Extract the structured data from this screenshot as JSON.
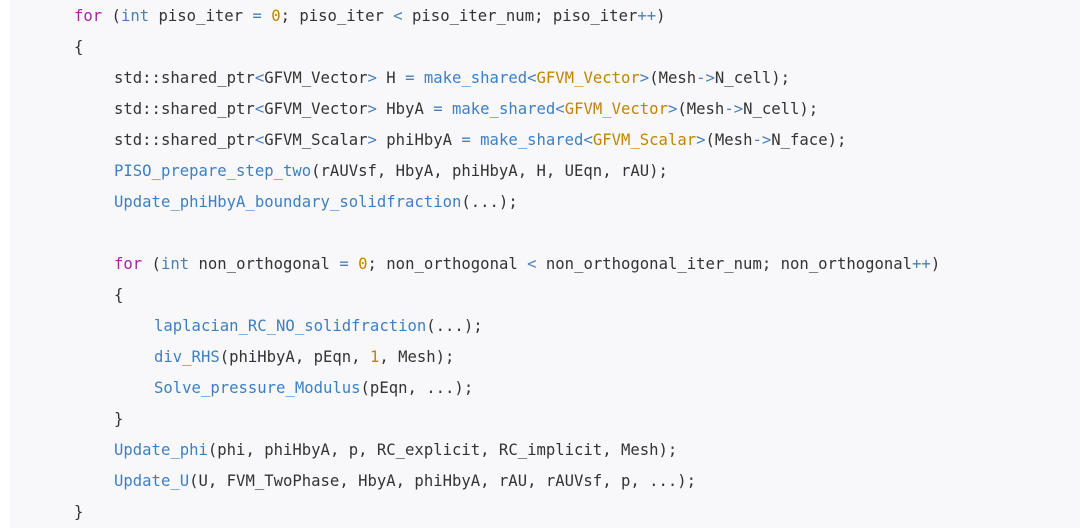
{
  "code": {
    "lines": [
      {
        "indent": 2,
        "tokens": [
          {
            "t": "for",
            "c": "kw"
          },
          {
            "t": " (",
            "c": "text"
          },
          {
            "t": "int",
            "c": "type"
          },
          {
            "t": " piso_iter ",
            "c": "text"
          },
          {
            "t": "=",
            "c": "op"
          },
          {
            "t": " ",
            "c": "text"
          },
          {
            "t": "0",
            "c": "num"
          },
          {
            "t": "; piso_iter ",
            "c": "text"
          },
          {
            "t": "<",
            "c": "op"
          },
          {
            "t": " piso_iter_num; piso_iter",
            "c": "text"
          },
          {
            "t": "++",
            "c": "op"
          },
          {
            "t": ")",
            "c": "text"
          }
        ]
      },
      {
        "indent": 2,
        "tokens": [
          {
            "t": "{",
            "c": "text"
          }
        ]
      },
      {
        "indent": 3,
        "tokens": [
          {
            "t": "std::shared_ptr",
            "c": "text"
          },
          {
            "t": "<",
            "c": "op"
          },
          {
            "t": "GFVM_Vector",
            "c": "text"
          },
          {
            "t": ">",
            "c": "op"
          },
          {
            "t": " H ",
            "c": "text"
          },
          {
            "t": "=",
            "c": "op"
          },
          {
            "t": " ",
            "c": "text"
          },
          {
            "t": "make_shared",
            "c": "fn"
          },
          {
            "t": "<",
            "c": "op"
          },
          {
            "t": "GFVM_Vector",
            "c": "cls"
          },
          {
            "t": ">",
            "c": "op"
          },
          {
            "t": "(Mesh",
            "c": "text"
          },
          {
            "t": "->",
            "c": "op"
          },
          {
            "t": "N_cell);",
            "c": "text"
          }
        ]
      },
      {
        "indent": 3,
        "tokens": [
          {
            "t": "std::shared_ptr",
            "c": "text"
          },
          {
            "t": "<",
            "c": "op"
          },
          {
            "t": "GFVM_Vector",
            "c": "text"
          },
          {
            "t": ">",
            "c": "op"
          },
          {
            "t": " HbyA ",
            "c": "text"
          },
          {
            "t": "=",
            "c": "op"
          },
          {
            "t": " ",
            "c": "text"
          },
          {
            "t": "make_shared",
            "c": "fn"
          },
          {
            "t": "<",
            "c": "op"
          },
          {
            "t": "GFVM_Vector",
            "c": "cls"
          },
          {
            "t": ">",
            "c": "op"
          },
          {
            "t": "(Mesh",
            "c": "text"
          },
          {
            "t": "->",
            "c": "op"
          },
          {
            "t": "N_cell);",
            "c": "text"
          }
        ]
      },
      {
        "indent": 3,
        "tokens": [
          {
            "t": "std::shared_ptr",
            "c": "text"
          },
          {
            "t": "<",
            "c": "op"
          },
          {
            "t": "GFVM_Scalar",
            "c": "text"
          },
          {
            "t": ">",
            "c": "op"
          },
          {
            "t": " phiHbyA ",
            "c": "text"
          },
          {
            "t": "=",
            "c": "op"
          },
          {
            "t": " ",
            "c": "text"
          },
          {
            "t": "make_shared",
            "c": "fn"
          },
          {
            "t": "<",
            "c": "op"
          },
          {
            "t": "GFVM_Scalar",
            "c": "cls"
          },
          {
            "t": ">",
            "c": "op"
          },
          {
            "t": "(Mesh",
            "c": "text"
          },
          {
            "t": "->",
            "c": "op"
          },
          {
            "t": "N_face);",
            "c": "text"
          }
        ]
      },
      {
        "indent": 3,
        "tokens": [
          {
            "t": "PISO_prepare_step_two",
            "c": "fn"
          },
          {
            "t": "(rAUVsf, HbyA, phiHbyA, H, UEqn, rAU);",
            "c": "text"
          }
        ]
      },
      {
        "indent": 3,
        "tokens": [
          {
            "t": "Update_phiHbyA_boundary_solidfraction",
            "c": "fn"
          },
          {
            "t": "(...);",
            "c": "text"
          }
        ]
      },
      {
        "indent": 0,
        "tokens": []
      },
      {
        "indent": 3,
        "tokens": [
          {
            "t": "for",
            "c": "kw"
          },
          {
            "t": " (",
            "c": "text"
          },
          {
            "t": "int",
            "c": "type"
          },
          {
            "t": " non_orthogonal ",
            "c": "text"
          },
          {
            "t": "=",
            "c": "op"
          },
          {
            "t": " ",
            "c": "text"
          },
          {
            "t": "0",
            "c": "num"
          },
          {
            "t": "; non_orthogonal ",
            "c": "text"
          },
          {
            "t": "<",
            "c": "op"
          },
          {
            "t": " non_orthogonal_iter_num; non_orthogonal",
            "c": "text"
          },
          {
            "t": "++",
            "c": "op"
          },
          {
            "t": ")",
            "c": "text"
          }
        ]
      },
      {
        "indent": 3,
        "tokens": [
          {
            "t": "{",
            "c": "text"
          }
        ]
      },
      {
        "indent": 4,
        "tokens": [
          {
            "t": "laplacian_RC_NO_solidfraction",
            "c": "fn"
          },
          {
            "t": "(...);",
            "c": "text"
          }
        ]
      },
      {
        "indent": 4,
        "tokens": [
          {
            "t": "div_RHS",
            "c": "fn"
          },
          {
            "t": "(phiHbyA, pEqn, ",
            "c": "text"
          },
          {
            "t": "1",
            "c": "num"
          },
          {
            "t": ", Mesh);",
            "c": "text"
          }
        ]
      },
      {
        "indent": 4,
        "tokens": [
          {
            "t": "Solve_pressure_Modulus",
            "c": "fn"
          },
          {
            "t": "(pEqn, ...);",
            "c": "text"
          }
        ]
      },
      {
        "indent": 3,
        "tokens": [
          {
            "t": "}",
            "c": "text"
          }
        ]
      },
      {
        "indent": 3,
        "tokens": [
          {
            "t": "Update_phi",
            "c": "fn"
          },
          {
            "t": "(phi, phiHbyA, p, RC_explicit, RC_implicit, Mesh);",
            "c": "text"
          }
        ]
      },
      {
        "indent": 3,
        "tokens": [
          {
            "t": "Update_U",
            "c": "fn"
          },
          {
            "t": "(U, FVM_TwoPhase, HbyA, phiHbyA, rAU, rAUVsf, p, ...);",
            "c": "text"
          }
        ]
      },
      {
        "indent": 2,
        "tokens": [
          {
            "t": "}",
            "c": "text"
          }
        ]
      }
    ]
  }
}
